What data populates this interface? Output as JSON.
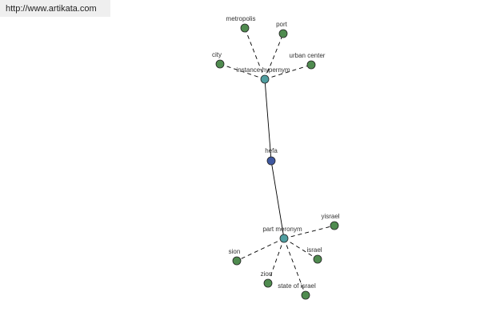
{
  "banner": {
    "url_text": "http://www.artikata.com"
  },
  "colors": {
    "leaf": "#4f8b4f",
    "relation": "#4f9ea0",
    "root": "#3f58a0",
    "edge": "#000000"
  },
  "graph": {
    "root": {
      "id": "hefa",
      "label": "hefa",
      "kind": "root"
    },
    "relations": [
      {
        "id": "instance-hypernym",
        "label": "instance hypernym",
        "kind": "relation",
        "children": [
          {
            "id": "metropolis",
            "label": "metropolis"
          },
          {
            "id": "port",
            "label": "port"
          },
          {
            "id": "city",
            "label": "city"
          },
          {
            "id": "urban-center",
            "label": "urban center"
          }
        ]
      },
      {
        "id": "part-meronym",
        "label": "part meronym",
        "kind": "relation",
        "children": [
          {
            "id": "yisrael",
            "label": "yisrael"
          },
          {
            "id": "sion",
            "label": "sion"
          },
          {
            "id": "israel",
            "label": "israel"
          },
          {
            "id": "zion",
            "label": "zion"
          },
          {
            "id": "state-of-israel",
            "label": "state of israel"
          }
        ]
      }
    ]
  }
}
